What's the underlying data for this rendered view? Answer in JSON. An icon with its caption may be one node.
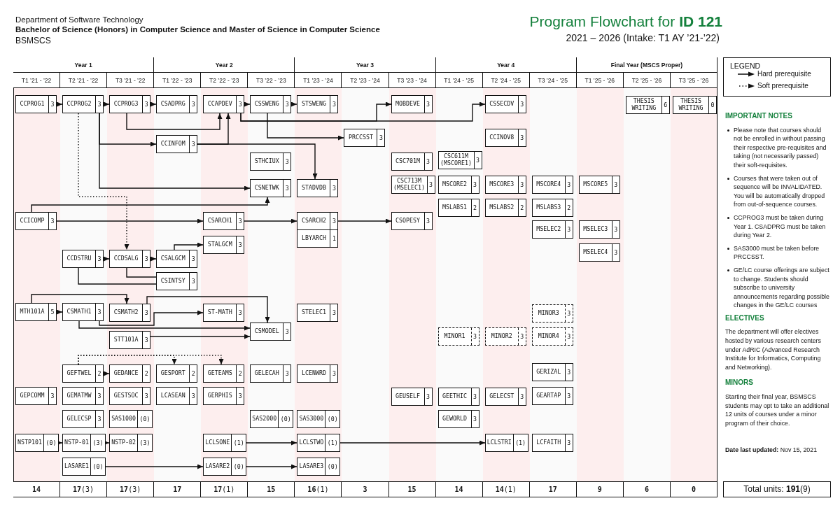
{
  "diagram": {
    "title": "Program Flowchart for **ID 121**",
    "nodes": [
      {
        "text": [
          "CCPROG1",
          "3"
        ]
      },
      {
        "text": [
          "CCPROG2",
          "3"
        ]
      },
      {
        "text": [
          "CCPROG3",
          "3"
        ]
      },
      {
        "text": [
          "CSADPRG",
          "3"
        ]
      },
      {
        "text": [
          "CCAPDEV",
          "3"
        ]
      },
      {
        "text": [
          "CSSWENG",
          "3"
        ]
      },
      {
        "text": [
          "STSWENG",
          "3"
        ]
      },
      {
        "text": [
          "MOBDEVE",
          "3"
        ]
      },
      {
        "text": [
          "CSSECDV",
          "3"
        ]
      },
      {
        "text": [
          "THESIS WRITING",
          "6"
        ]
      },
      {
        "text": [
          "THESIS WRITING",
          "0"
        ]
      },
      {
        "text": [
          "PRCCSST",
          "3"
        ]
      },
      {
        "text": [
          "CCINOV8",
          "3"
        ]
      },
      {
        "text": [
          "CCINFOM",
          "3"
        ]
      },
      {
        "text": [
          "STHCIUX",
          "3"
        ]
      },
      {
        "text": [
          "CSC701M",
          "3"
        ]
      },
      {
        "text": [
          "CSC611M (MSCORE1)",
          "3"
        ]
      },
      {
        "text": [
          "CSC713M (MSELEC1)",
          "3"
        ]
      },
      {
        "text": [
          "MSCORE2",
          "3"
        ]
      },
      {
        "text": [
          "MSCORE3",
          "3"
        ]
      },
      {
        "text": [
          "MSCORE4",
          "3"
        ]
      },
      {
        "text": [
          "MSCORE5",
          "3"
        ]
      },
      {
        "text": [
          "CSNETWK",
          "3"
        ]
      },
      {
        "text": [
          "STADVDB",
          "3"
        ]
      },
      {
        "text": [
          "MSLABS1",
          "2"
        ]
      },
      {
        "text": [
          "MSLABS2",
          "2"
        ]
      },
      {
        "text": [
          "MSLABS3",
          "2"
        ]
      },
      {
        "text": [
          "CCICOMP",
          "3"
        ]
      },
      {
        "text": [
          "CSARCH1",
          "3"
        ]
      },
      {
        "text": [
          "CSARCH2",
          "3"
        ]
      },
      {
        "text": [
          "CSOPESY",
          "3"
        ]
      },
      {
        "text": [
          "MSELEC2",
          "3"
        ]
      },
      {
        "text": [
          "MSELEC3",
          "3"
        ]
      },
      {
        "text": [
          "LBYARCH",
          "1"
        ]
      },
      {
        "text": [
          "STALGCM",
          "3"
        ]
      },
      {
        "text": [
          "MSELEC4",
          "3"
        ]
      },
      {
        "text": [
          "CCDSTRU",
          "3"
        ]
      },
      {
        "text": [
          "CCDSALG",
          "3"
        ]
      },
      {
        "text": [
          "CSALGCM",
          "3"
        ]
      },
      {
        "text": [
          "CSINTSY",
          "3"
        ]
      },
      {
        "text": [
          "MTH101A",
          "5"
        ]
      },
      {
        "text": [
          "CSMATH1",
          "3"
        ]
      },
      {
        "text": [
          "CSMATH2",
          "3"
        ]
      },
      {
        "text": [
          "ST-MATH",
          "3"
        ]
      },
      {
        "text": [
          "STELEC1",
          "3"
        ]
      },
      {
        "text": [
          "MINOR3",
          "3"
        ]
      },
      {
        "text": [
          "CSMODEL",
          "3"
        ]
      },
      {
        "text": [
          "MINOR1",
          "3"
        ]
      },
      {
        "text": [
          "MINOR2",
          "3"
        ]
      },
      {
        "text": [
          "MINOR4",
          "3"
        ]
      },
      {
        "text": [
          "STT101A",
          "3"
        ]
      },
      {
        "text": [
          "GEFTWEL",
          "2"
        ]
      },
      {
        "text": [
          "GEDANCE",
          "2"
        ]
      },
      {
        "text": [
          "GESPORT",
          "2"
        ]
      },
      {
        "text": [
          "GETEAMS",
          "2"
        ]
      },
      {
        "text": [
          "GELECAH",
          "3"
        ]
      },
      {
        "text": [
          "LCENWRD",
          "3"
        ]
      },
      {
        "text": [
          "GERIZAL",
          "3"
        ]
      },
      {
        "text": [
          "GEPCOMM",
          "3"
        ]
      },
      {
        "text": [
          "GEMATMW",
          "3"
        ]
      },
      {
        "text": [
          "GESTSOC",
          "3"
        ]
      },
      {
        "text": [
          "LCASEAN",
          "3"
        ]
      },
      {
        "text": [
          "GERPHIS",
          "3"
        ]
      },
      {
        "text": [
          "GEUSELF",
          "3"
        ]
      },
      {
        "text": [
          "GEETHIC",
          "3"
        ]
      },
      {
        "text": [
          "GELECST",
          "3"
        ]
      },
      {
        "text": [
          "GEARTAP",
          "3"
        ]
      },
      {
        "text": [
          "GELECSP",
          "3"
        ]
      },
      {
        "text": [
          "SAS1000",
          "(0)"
        ]
      },
      {
        "text": [
          "SAS2000",
          "(0)"
        ]
      },
      {
        "text": [
          "SAS3000",
          "(0)"
        ]
      },
      {
        "text": [
          "GEWORLD",
          "3"
        ]
      },
      {
        "text": [
          "NSTP101",
          "(0)"
        ]
      },
      {
        "text": [
          "NSTP-01",
          "(3)"
        ]
      },
      {
        "text": [
          "NSTP-02",
          "(3)"
        ]
      },
      {
        "text": [
          "LCLSONE",
          "(1)"
        ]
      },
      {
        "text": [
          "LCLSTWO",
          "(1)"
        ]
      },
      {
        "text": [
          "LCLSTRI",
          "(1)"
        ]
      },
      {
        "text": [
          "LCFAITH",
          "3"
        ]
      },
      {
        "text": [
          "LASARE1",
          "(0)"
        ]
      },
      {
        "text": [
          "LASARE2",
          "(0)"
        ]
      },
      {
        "text": [
          "LASARE3",
          "(0)"
        ]
      }
    ],
    "edges": [
      {
        "from": 0,
        "to": 1,
        "arrow": "to"
      },
      {
        "from": 1,
        "to": 2,
        "arrow": "to"
      },
      {
        "from": 2,
        "to": 3,
        "arrow": "to"
      },
      {
        "from": 2,
        "to": 4,
        "arrow": "to"
      },
      {
        "from": 4,
        "to": 5,
        "arrow": "to"
      },
      {
        "from": 5,
        "to": 6,
        "arrow": "to"
      },
      {
        "from": 13,
        "to": 4,
        "arrow": "to"
      },
      {
        "from": 13,
        "to": 23,
        "arrow": "to"
      },
      {
        "from": 1,
        "to": 13,
        "arrow": "to"
      },
      {
        "from": 1,
        "to": 22,
        "arrow": "to"
      },
      {
        "from": 1,
        "to": 37,
        "arrow": "to",
        "style": "dashed"
      },
      {
        "from": 4,
        "to": 7,
        "arrow": "to"
      },
      {
        "from": 4,
        "to": 8,
        "arrow": "to"
      },
      {
        "from": 5,
        "to": 11,
        "arrow": "to"
      },
      {
        "from": 27,
        "to": 22,
        "arrow": "to"
      },
      {
        "from": 27,
        "to": 28,
        "arrow": "to"
      },
      {
        "from": 28,
        "to": 29,
        "arrow": "to"
      },
      {
        "from": 29,
        "to": 30,
        "arrow": "to"
      },
      {
        "from": 36,
        "to": 37,
        "arrow": "to"
      },
      {
        "from": 37,
        "to": 38,
        "arrow": "to"
      },
      {
        "from": 38,
        "to": 34,
        "arrow": "to"
      },
      {
        "from": 37,
        "to": 39,
        "arrow": "none"
      },
      {
        "from": 36,
        "to": 39,
        "arrow": "none"
      },
      {
        "from": 40,
        "to": 41,
        "arrow": "to"
      },
      {
        "from": 40,
        "to": 42,
        "arrow": "to"
      },
      {
        "from": 42,
        "to": 46,
        "arrow": "to"
      },
      {
        "from": 41,
        "to": 43,
        "arrow": "to"
      },
      {
        "from": 41,
        "to": 46,
        "arrow": "to"
      },
      {
        "from": 50,
        "to": 46,
        "arrow": "to"
      },
      {
        "from": 51,
        "to": 52,
        "arrow": "to"
      },
      {
        "from": 51,
        "to": 53,
        "arrow": "to",
        "style": "dashed"
      },
      {
        "from": 51,
        "to": 54,
        "arrow": "to",
        "style": "dashed"
      },
      {
        "from": 72,
        "to": 73,
        "arrow": "to"
      },
      {
        "from": 73,
        "to": 74,
        "arrow": "to"
      },
      {
        "from": 75,
        "to": 76,
        "arrow": "to"
      },
      {
        "from": 76,
        "to": 77,
        "arrow": "to"
      },
      {
        "from": 79,
        "to": 80,
        "arrow": "to"
      },
      {
        "from": 80,
        "to": 81,
        "arrow": "to"
      }
    ],
    "labels": [
      "Department of Software Technology",
      "Bachelor of Science (Honors) in Computer Science and Master of Science in Computer Science",
      "BSMSCS",
      "2021 – 2026 (Intake: T1 AY ’21-’22)",
      "Year 1",
      "Year 2",
      "Year 3",
      "Year 4",
      "Final Year (MSCS Proper)",
      "T1 ’21 - ’22",
      "T2 ’21 - ’22",
      "T3 ’21 - ’22",
      "T1 ’22 - ’23",
      "T2 ’22 - ’23",
      "T3 ’22 - ’23",
      "T1 ’23 - ’24",
      "T2 ’23 - ’24",
      "T3 ’23 - ’24",
      "T1 ’24 - ’25",
      "T2 ’24 - ’25",
      "T3 ’24 - ’25",
      "T1 ’25 - ’26",
      "T2 ’25 - ’26",
      "T3 ’25 - ’26",
      "14",
      "**17**(3)",
      "**17**(3)",
      "17",
      "**17**(1)",
      "15",
      "**16**(1)",
      "3",
      "15",
      "14",
      "**14**(1)",
      "17",
      "9",
      "6",
      "0",
      "Total units: **191**(9)",
      "LEGEND",
      "IMPORTANT NOTES",
      "Please note that courses should not be enrolled in without passing their respective pre-requisites and taking (not necessarily passed) their soft-requisites.",
      "Courses that were taken out of sequence will be INVALIDATED. You will be automatically dropped from out-of-sequence courses.",
      "CCPROG3 must be taken during Year 1. CSADPRG must be taken during Year 2.",
      "SAS3000 must be taken before PRCCSST.",
      "GE/LC course offerings are subject to change. Students should subscribe to university announcements regarding possible changes in the GE/LC courses",
      "ELECTIVES",
      "The department will offer electives hosted by various research centers under AdRIC (Advanced Research Institute for Informatics, Computing and Networking).",
      "MINORS",
      "Starting their final year, BSMSCS students may opt to take an additional 12 units of courses under a minor program of their choice.",
      "**Date last updated:** Nov 15, 2021"
    ],
    "legend": [
      {
        "text": "Hard prerequisite"
      },
      {
        "text": "Soft prerequisite"
      }
    ]
  }
}
